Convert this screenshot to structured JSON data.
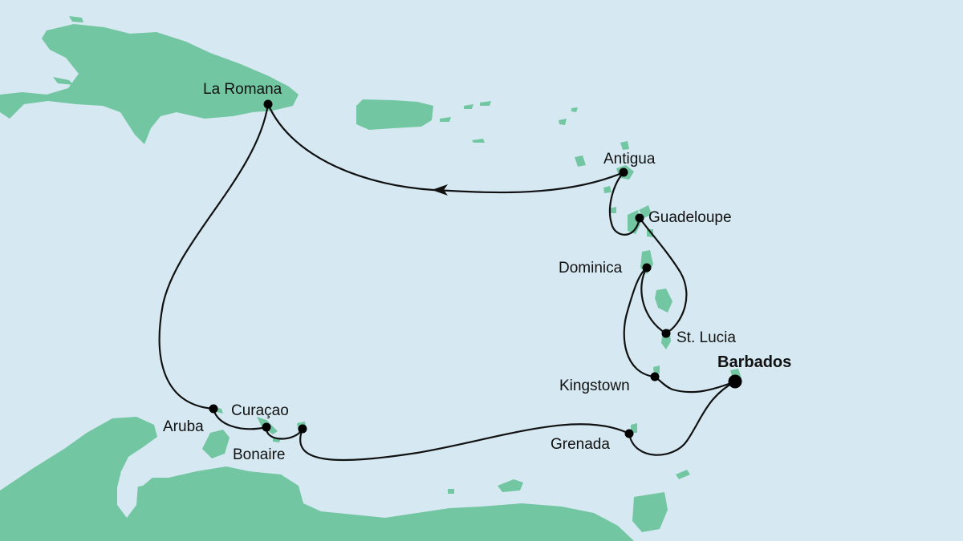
{
  "colors": {
    "sea": "#d6e9f2",
    "land": "#72c6a1",
    "route": "#111111"
  },
  "ports": {
    "la_romana": "La Romana",
    "antigua": "Antigua",
    "guadeloupe": "Guadeloupe",
    "dominica": "Dominica",
    "st_lucia": "St. Lucia",
    "barbados": "Barbados",
    "kingstown": "Kingstown",
    "grenada": "Grenada",
    "aruba": "Aruba",
    "curacao": "Curaçao",
    "bonaire": "Bonaire"
  },
  "home_port": "barbados",
  "icons": {
    "direction": "arrowhead-icon"
  }
}
